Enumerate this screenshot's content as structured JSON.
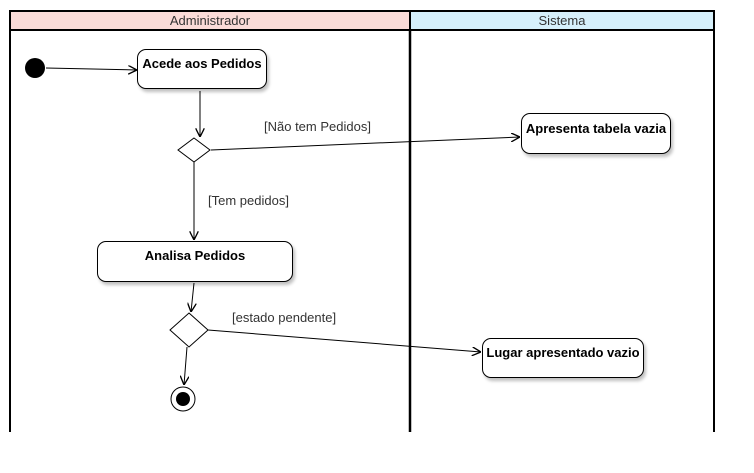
{
  "lanes": {
    "left": {
      "title": "Administrador",
      "fill": "#fadbd8"
    },
    "right": {
      "title": "Sistema",
      "fill": "#d6f0fb"
    }
  },
  "actions": {
    "acede": "Acede aos Pedidos",
    "analisa": "Analisa Pedidos",
    "apresenta": "Apresenta tabela vazia",
    "lugar": "Lugar apresentado vazio"
  },
  "guards": {
    "nao_tem": "[Não tem Pedidos]",
    "tem": "[Tem pedidos]",
    "pendente": "[estado pendente]"
  }
}
